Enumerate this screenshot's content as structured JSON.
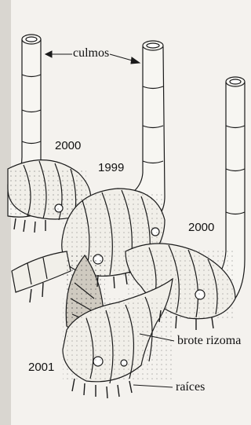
{
  "labels": {
    "culmos": "culmos",
    "brote_rizoma": "brote rizoma",
    "raices": "raíces"
  },
  "years": {
    "left_culm": "2000",
    "middle_culm": "1999",
    "right_culm": "2000",
    "bottom_rhizome": "2001"
  },
  "colors": {
    "background": "#f4f2ee",
    "ink": "#1a1a1a",
    "shading": "#8a8a8a"
  }
}
